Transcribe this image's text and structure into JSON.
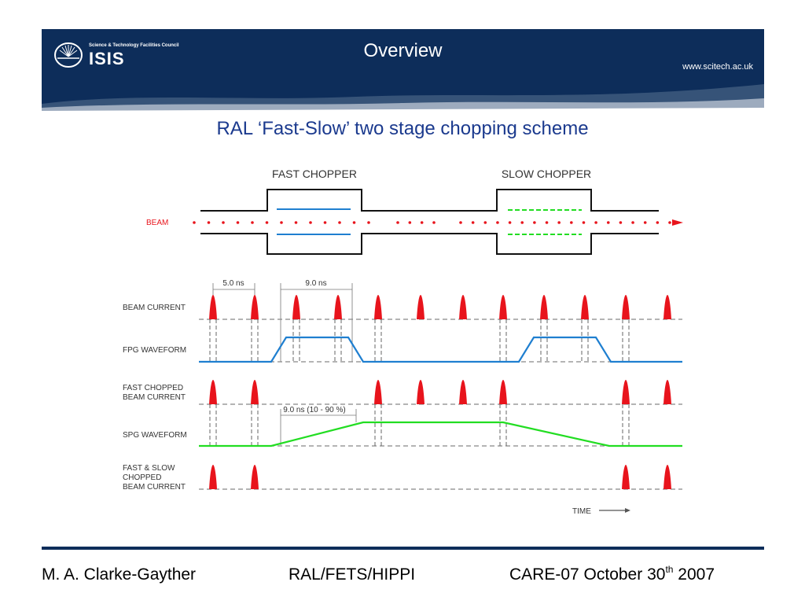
{
  "header": {
    "council": "Science & Technology Facilities Council",
    "org": "ISIS",
    "title": "Overview",
    "url": "www.scitech.ac.uk"
  },
  "subtitle": "RAL ‘Fast-Slow’ two stage chopping scheme",
  "diagram": {
    "fast_chopper": "FAST CHOPPER",
    "slow_chopper": "SLOW CHOPPER",
    "beam": "BEAM",
    "dim_5ns": "5.0 ns",
    "dim_9ns": "9.0 ns",
    "dim_spg": "9.0 ns  (10 - 90 %)",
    "rows": {
      "beam_current": "BEAM CURRENT",
      "fpg_waveform": "FPG WAVEFORM",
      "fast_chopped_1": "FAST CHOPPED",
      "fast_chopped_2": "BEAM CURRENT",
      "spg_waveform": "SPG WAVEFORM",
      "fs_1": "FAST & SLOW",
      "fs_2": "CHOPPED",
      "fs_3": "BEAM CURRENT"
    },
    "time": "TIME",
    "colors": {
      "beam": "#e8141c",
      "fpg": "#1f7fd0",
      "spg": "#22dd22",
      "outline": "#111111"
    }
  },
  "footer": {
    "author": "M. A. Clarke-Gayther",
    "project": "RAL/FETS/HIPPI",
    "event_prefix": "CARE-07 October 30",
    "event_sup": "th",
    "event_suffix": " 2007"
  }
}
